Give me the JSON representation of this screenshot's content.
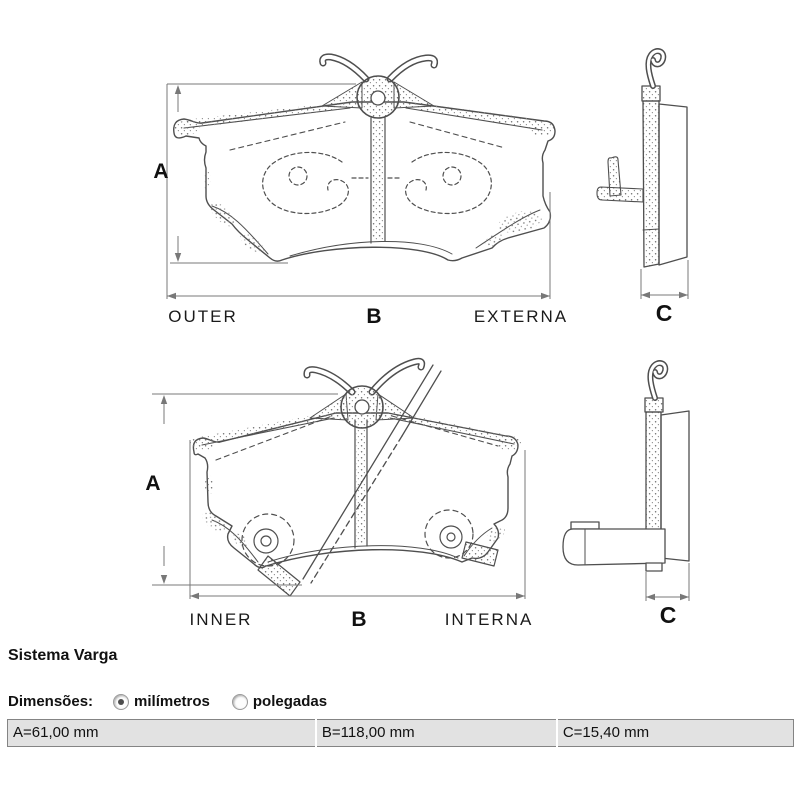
{
  "drawing": {
    "top": {
      "left_label": "OUTER",
      "width_label": "B",
      "right_label": "EXTERNA",
      "height_label": "A",
      "depth_label": "C"
    },
    "bottom": {
      "left_label": "INNER",
      "width_label": "B",
      "right_label": "INTERNA",
      "height_label": "A",
      "depth_label": "C"
    }
  },
  "system": {
    "title": "Sistema Varga"
  },
  "dimensions_bar": {
    "label": "Dimensões:",
    "options": [
      {
        "label": "milímetros",
        "selected": true
      },
      {
        "label": "polegadas",
        "selected": false
      }
    ]
  },
  "table": {
    "cells": [
      "A=61,00 mm",
      "B=118,00 mm",
      "C=15,40 mm"
    ]
  },
  "colors": {
    "line": "#4f4f4f",
    "dim_line": "#777777",
    "table_bg": "#e2e2e2",
    "table_border": "#848484"
  }
}
